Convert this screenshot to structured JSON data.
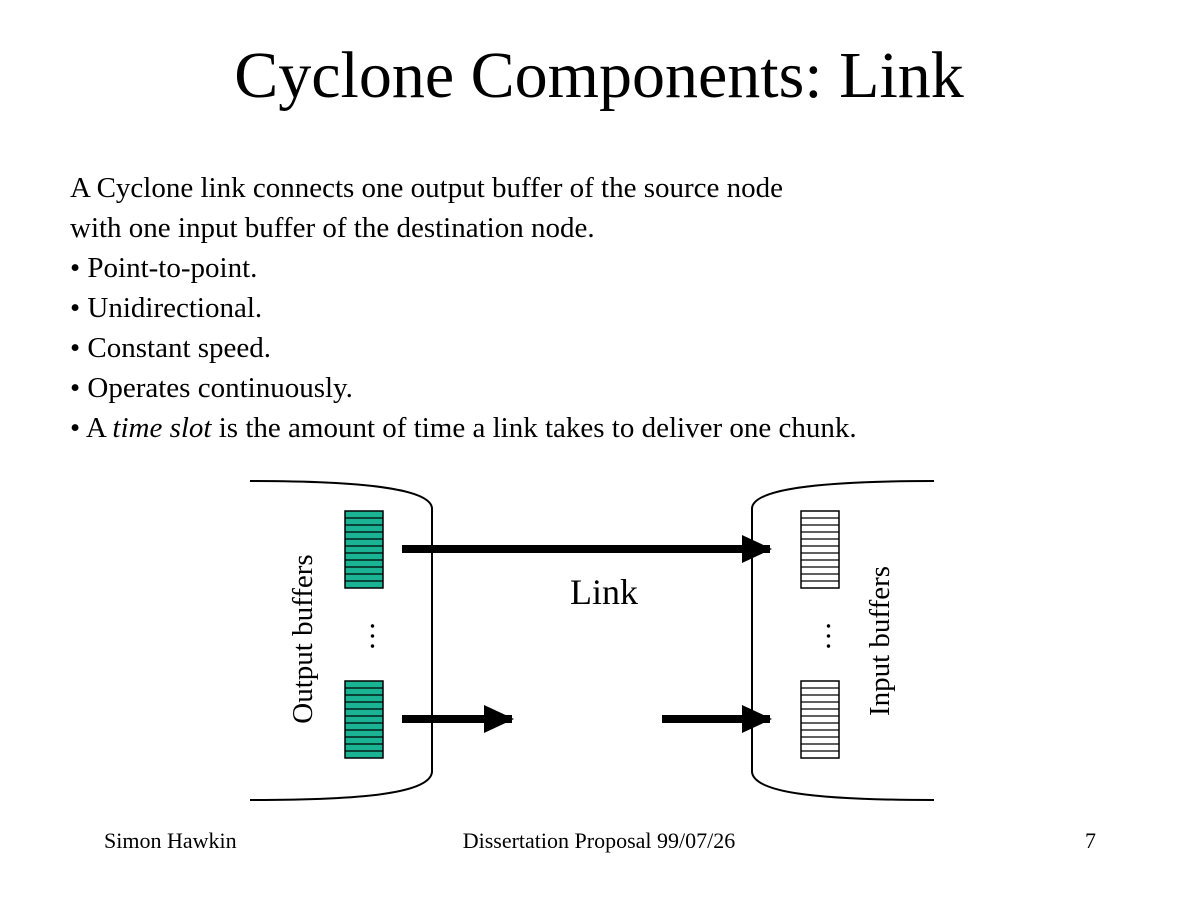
{
  "slide": {
    "title": "Cyclone Components: Link",
    "intro_lines": [
      "A Cyclone link connects one output buffer of the source node",
      "with one input buffer of the destination node."
    ],
    "bullet_marker": "•",
    "bullets": [
      "Point-to-point.",
      "Unidirectional.",
      "Constant speed.",
      "Operates continuously."
    ],
    "timeslot_bullet": {
      "prefix": "A ",
      "emphasis": "time slot",
      "suffix": " is the amount of time a link takes to deliver one chunk."
    }
  },
  "diagram": {
    "output_label": "Output buffers",
    "input_label": "Input buffers",
    "link_label": "Link",
    "ellipsis": "…",
    "output_fill": "#1ab394",
    "input_fill": "#ffffff"
  },
  "footer": {
    "author": "Simon Hawkin",
    "center": "Dissertation Proposal 99/07/26",
    "page": "7"
  }
}
